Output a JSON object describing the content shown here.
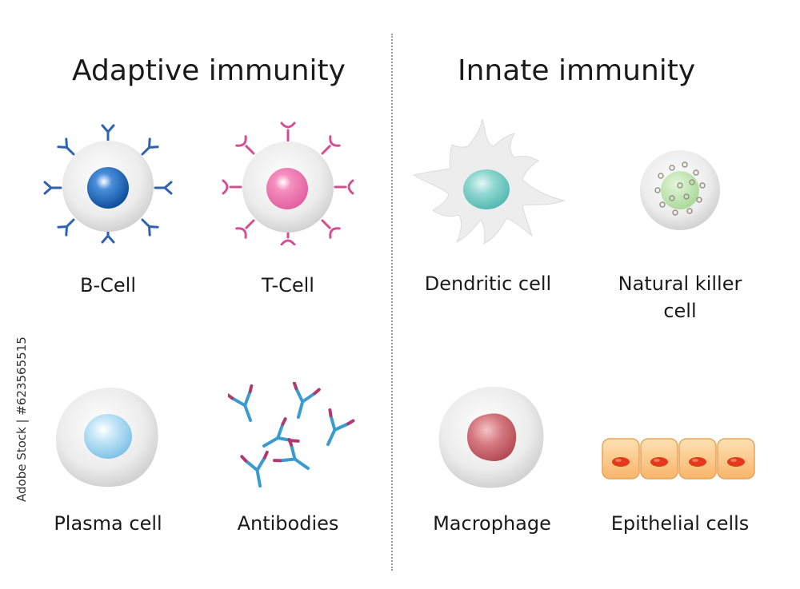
{
  "sections": {
    "adaptive": {
      "title": "Adaptive immunity",
      "cells": {
        "b_cell": "B-Cell",
        "t_cell": "T-Cell",
        "plasma_cell": "Plasma cell",
        "antibodies": "Antibodies"
      }
    },
    "innate": {
      "title": "Innate immunity",
      "cells": {
        "dendritic_cell": "Dendritic cell",
        "nk_cell": "Natural killer cell",
        "macrophage": "Macrophage",
        "epithelial_cells": "Epithelial cells"
      }
    }
  },
  "stock_id": "Adobe Stock | #623565515",
  "colors": {
    "cell_membrane": "#e9e9e9",
    "b_cell_nucleus": "#1f6fbf",
    "b_cell_receptor": "#2f62b0",
    "t_cell_nucleus": "#ef7fb6",
    "t_cell_receptor": "#d24f94",
    "plasma_nucleus": "#9fd3ef",
    "dendritic_nucleus": "#6fc9c3",
    "nk_nucleus": "#b9e2a6",
    "nk_spike": "#857868",
    "macrophage_nucleus": "#c55a62",
    "epithelial_fill": "#fbc98c",
    "epithelial_nucleus": "#e23a1a",
    "antibody_blue": "#3a9bd0",
    "antibody_tip": "#b2396f"
  }
}
